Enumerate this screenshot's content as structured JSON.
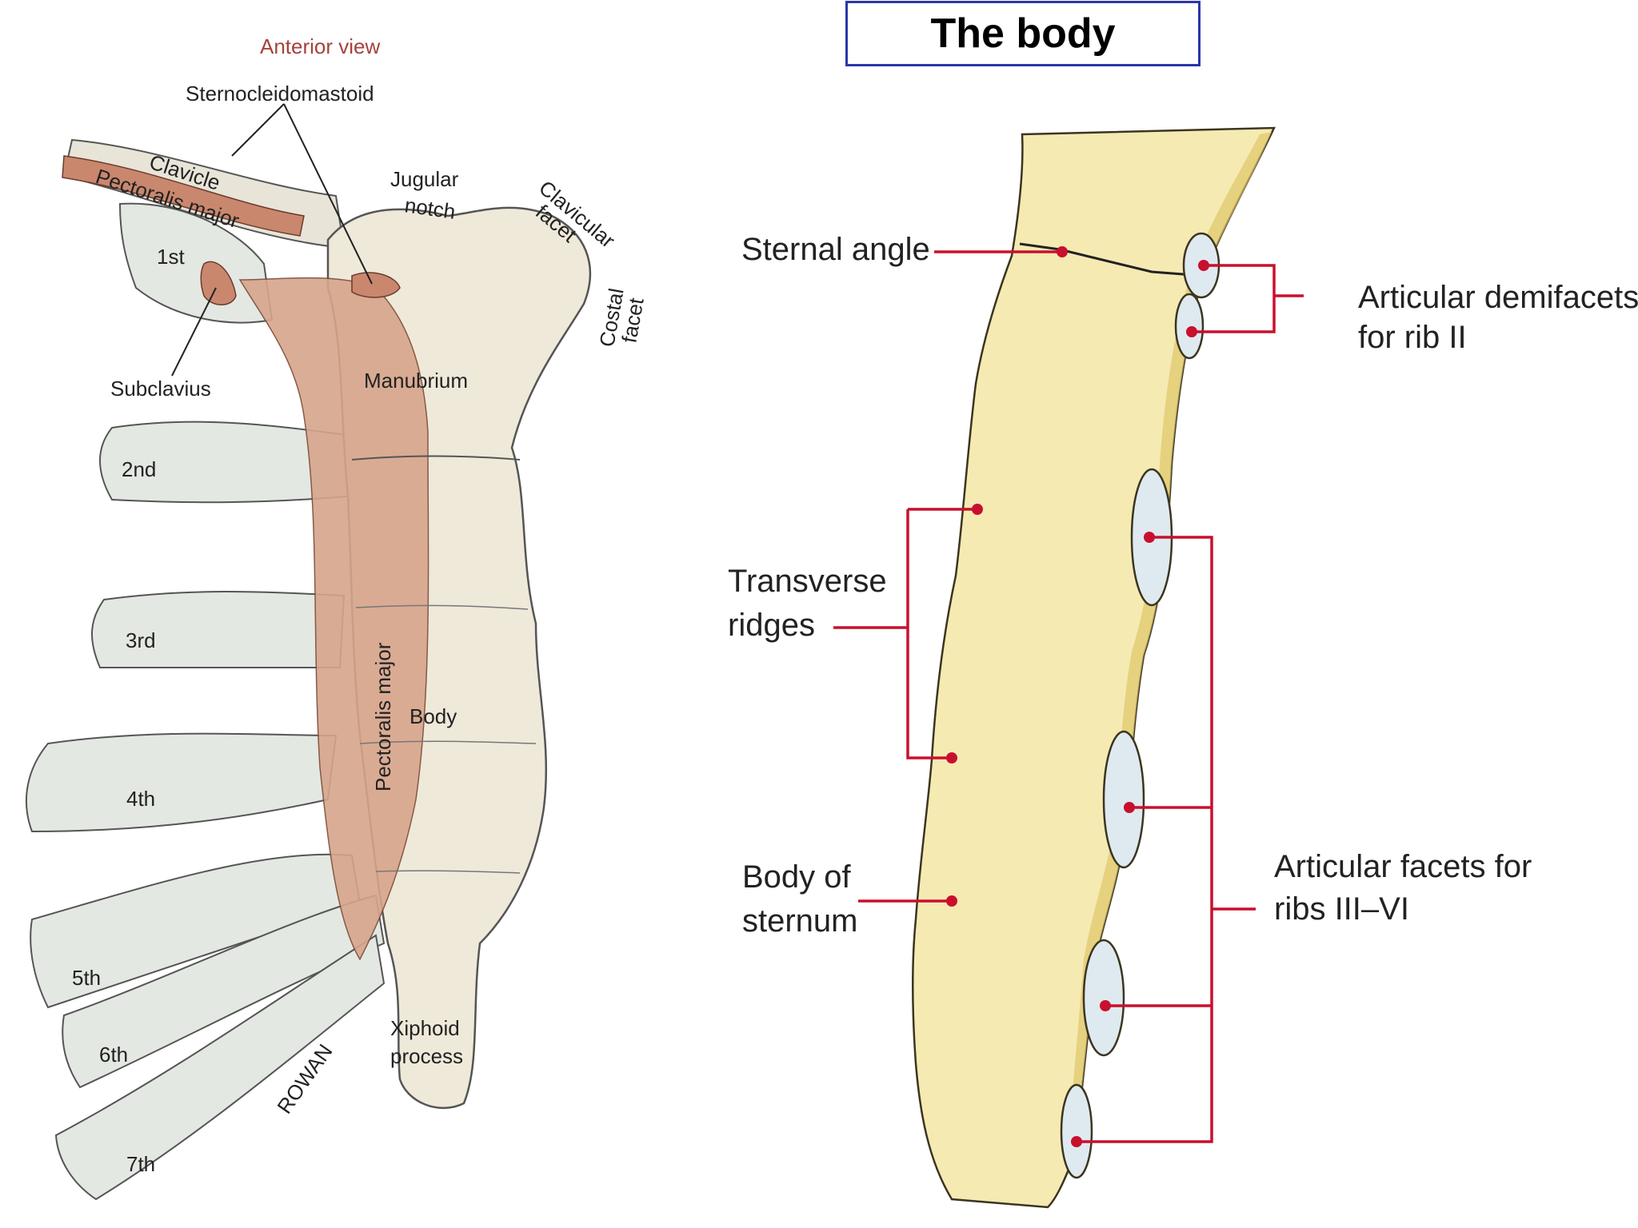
{
  "title": "The body",
  "left_figure": {
    "view_label": "Anterior view",
    "labels": {
      "sternocleidomastoid": "Sternocleidomastoid",
      "clavicle": "Clavicle",
      "pectoralis_major_top": "Pectoralis major",
      "jugular_notch_1": "Jugular",
      "jugular_notch_2": "notch",
      "clavicular_facet_1": "Clavicular",
      "clavicular_facet_2": "facet",
      "costal_facet_1": "Costal",
      "costal_facet_2": "facet",
      "subclavius": "Subclavius",
      "manubrium": "Manubrium",
      "body": "Body",
      "pectoralis_major_vertical": "Pectoralis major",
      "xiphoid_1": "Xiphoid",
      "xiphoid_2": "process",
      "artist": "ROWAN"
    },
    "ribs": [
      "1st",
      "2nd",
      "3rd",
      "4th",
      "5th",
      "6th",
      "7th"
    ]
  },
  "right_figure": {
    "labels": {
      "sternal_angle": "Sternal angle",
      "transverse_ridges_1": "Transverse",
      "transverse_ridges_2": "ridges",
      "body_of_sternum_1": "Body of",
      "body_of_sternum_2": "sternum",
      "demifacets_1": "Articular demifacets",
      "demifacets_2": "for rib II",
      "facets_1": "Articular facets for",
      "facets_2": "ribs III–VI"
    }
  },
  "colors": {
    "bone": "#efe9da",
    "muscle": "#d7a58c",
    "sternum_body": "#f6eab3",
    "sternum_edge": "#e0c66a",
    "pointer": "#c8102e",
    "title_border": "#2b36a8"
  }
}
